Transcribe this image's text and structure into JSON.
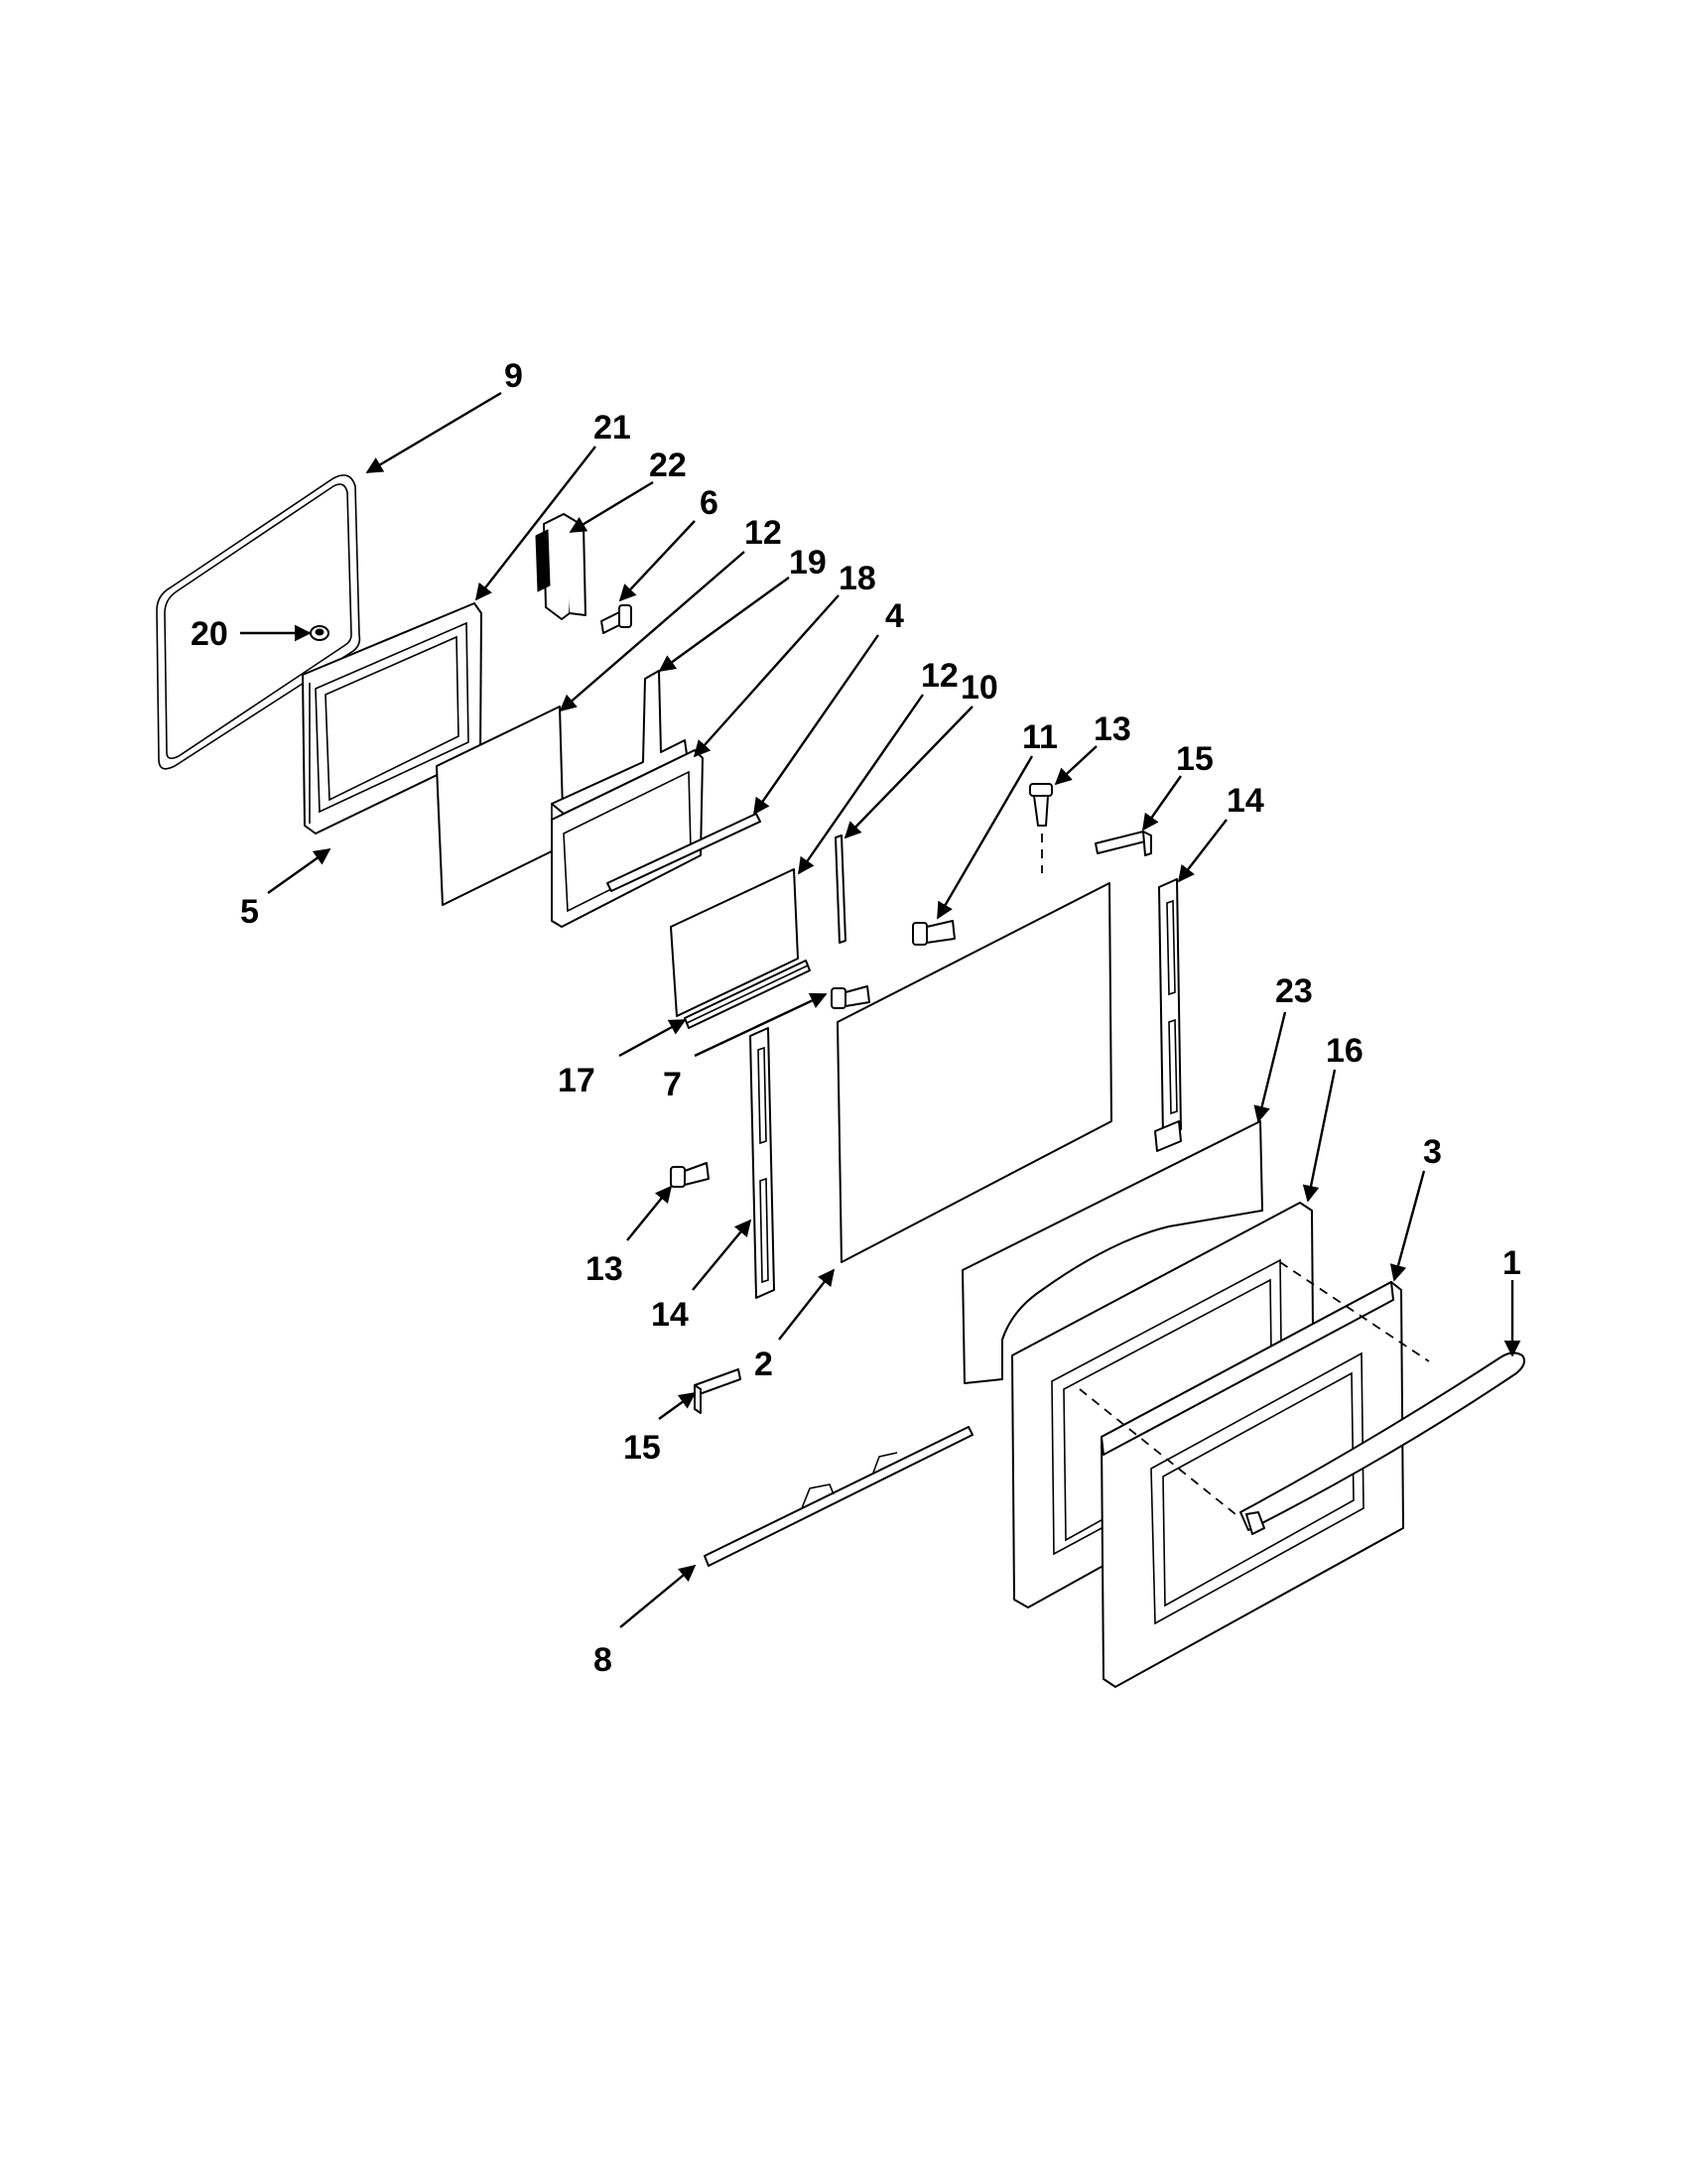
{
  "callouts": [
    {
      "id": "c9",
      "label": "9"
    },
    {
      "id": "c21",
      "label": "21"
    },
    {
      "id": "c22",
      "label": "22"
    },
    {
      "id": "c6",
      "label": "6"
    },
    {
      "id": "c12a",
      "label": "12"
    },
    {
      "id": "c19",
      "label": "19"
    },
    {
      "id": "c18",
      "label": "18"
    },
    {
      "id": "c4",
      "label": "4"
    },
    {
      "id": "c12b",
      "label": "12"
    },
    {
      "id": "c10",
      "label": "10"
    },
    {
      "id": "c11",
      "label": "11"
    },
    {
      "id": "c13a",
      "label": "13"
    },
    {
      "id": "c15a",
      "label": "15"
    },
    {
      "id": "c14a",
      "label": "14"
    },
    {
      "id": "c20",
      "label": "20"
    },
    {
      "id": "c5",
      "label": "5"
    },
    {
      "id": "c17",
      "label": "17"
    },
    {
      "id": "c7",
      "label": "7"
    },
    {
      "id": "c23",
      "label": "23"
    },
    {
      "id": "c16",
      "label": "16"
    },
    {
      "id": "c3",
      "label": "3"
    },
    {
      "id": "c1",
      "label": "1"
    },
    {
      "id": "c13b",
      "label": "13"
    },
    {
      "id": "c14b",
      "label": "14"
    },
    {
      "id": "c2",
      "label": "2"
    },
    {
      "id": "c15b",
      "label": "15"
    },
    {
      "id": "c8",
      "label": "8"
    }
  ]
}
